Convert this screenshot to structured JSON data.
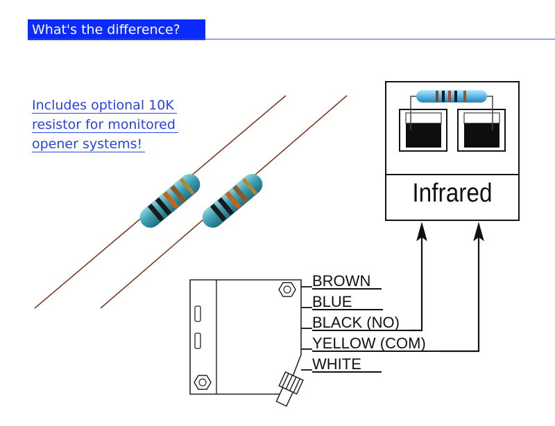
{
  "header": {
    "title": "What's the difference?"
  },
  "note": {
    "lines": [
      "Includes optional 10K",
      "resistor for monitored",
      "opener systems!"
    ]
  },
  "receiver": {
    "label": "Infrared"
  },
  "wires": [
    {
      "label": "BROWN"
    },
    {
      "label": "BLUE"
    },
    {
      "label": "BLACK (NO)"
    },
    {
      "label": "YELLOW (COM)"
    },
    {
      "label": "WHITE"
    }
  ],
  "colors": {
    "header_bg": "#0a2aff",
    "link_text": "#2742e0",
    "resistor_body": "#3fa0b3"
  }
}
